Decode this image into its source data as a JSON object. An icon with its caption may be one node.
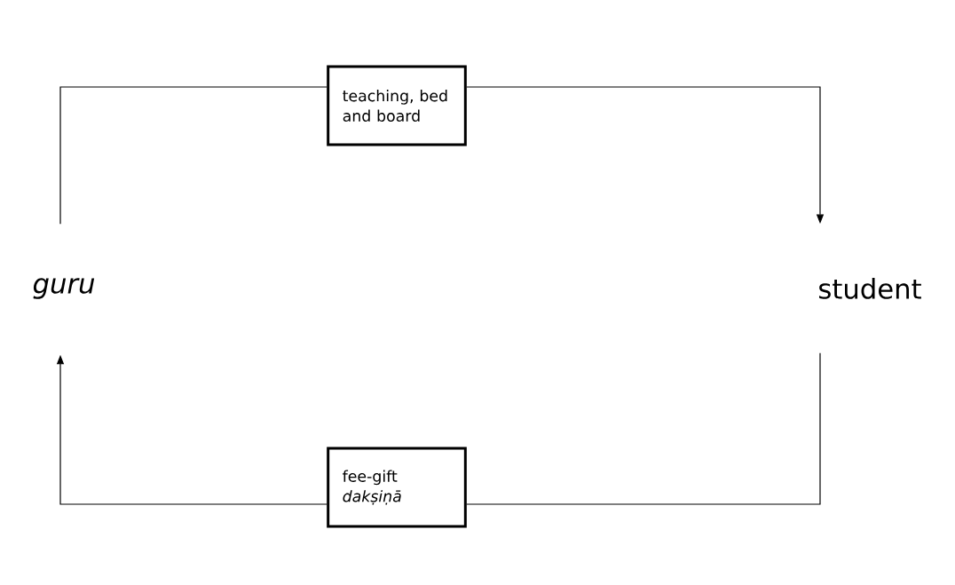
{
  "diagram": {
    "nodes": [
      {
        "text": [
          "guru"
        ]
      },
      {
        "text": [
          "student"
        ]
      },
      {
        "text": [
          "teaching, bed and board"
        ]
      },
      {
        "text": [
          "fee-gift",
          "dakṣiṇā"
        ]
      }
    ],
    "edges": [
      {
        "from": 0,
        "to": 2,
        "arrow": "none"
      },
      {
        "from": 2,
        "to": 1,
        "arrow": "to"
      },
      {
        "from": 1,
        "to": 3,
        "arrow": "none"
      },
      {
        "from": 3,
        "to": 0,
        "arrow": "to"
      }
    ]
  }
}
